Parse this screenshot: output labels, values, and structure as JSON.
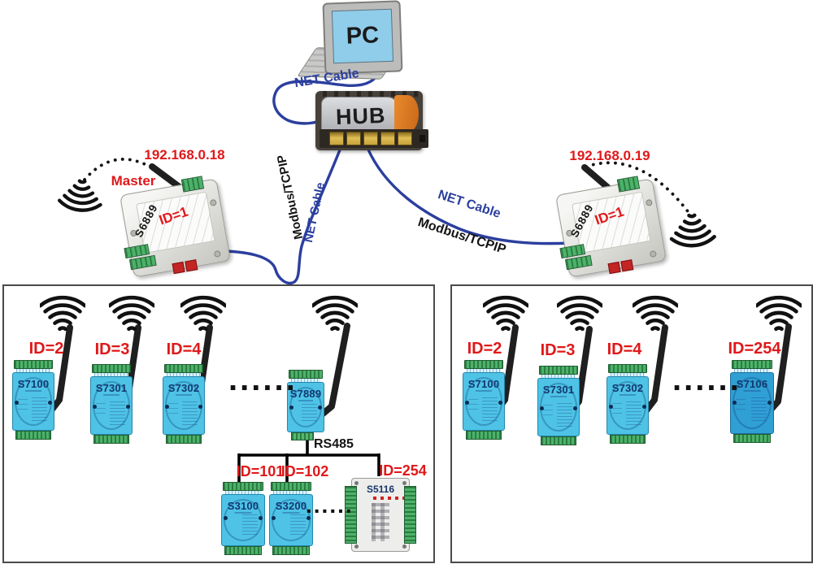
{
  "top": {
    "pc_label": "PC",
    "hub_label": "HUB",
    "pc_hub_cable_label": "NET Cable",
    "left_cable": {
      "protocol_label": "Modbus/TCPIP",
      "cable_label": "NET Cable"
    },
    "right_cable": {
      "cable_label": "NET Cable",
      "protocol_label": "Modbus/TCPIP"
    },
    "master_gateway": {
      "ip": "192.168.0.18",
      "role": "Master",
      "model": "S6889",
      "device_id": "ID=1"
    },
    "second_gateway": {
      "ip": "192.168.0.19",
      "model": "S6889",
      "device_id": "ID=1"
    }
  },
  "left_panel": {
    "wireless_modules": [
      {
        "model": "S7100",
        "device_id": "ID=2"
      },
      {
        "model": "S7301",
        "device_id": "ID=3"
      },
      {
        "model": "S7302",
        "device_id": "ID=4"
      },
      {
        "model": "S7889",
        "device_id": ""
      }
    ],
    "ellipsis": "......",
    "bus_label": "RS485",
    "serial_modules": [
      {
        "model": "S3100",
        "device_id": "ID=101"
      },
      {
        "model": "S3200",
        "device_id": "ID=102"
      },
      {
        "model": "S5116",
        "device_id": "ID=254"
      }
    ],
    "serial_ellipsis": "......"
  },
  "right_panel": {
    "wireless_modules": [
      {
        "model": "S7100",
        "device_id": "ID=2"
      },
      {
        "model": "S7301",
        "device_id": "ID=3"
      },
      {
        "model": "S7302",
        "device_id": "ID=4"
      },
      {
        "model": "S7106",
        "device_id": "ID=254"
      }
    ],
    "ellipsis": "......"
  },
  "colors": {
    "cable_blue": "#2b3f9e",
    "label_red": "#e0181a",
    "module_blue": "#4ec3e6",
    "module_blue_dark": "#2f9fd4",
    "terminal_green": "#3fa65c"
  }
}
